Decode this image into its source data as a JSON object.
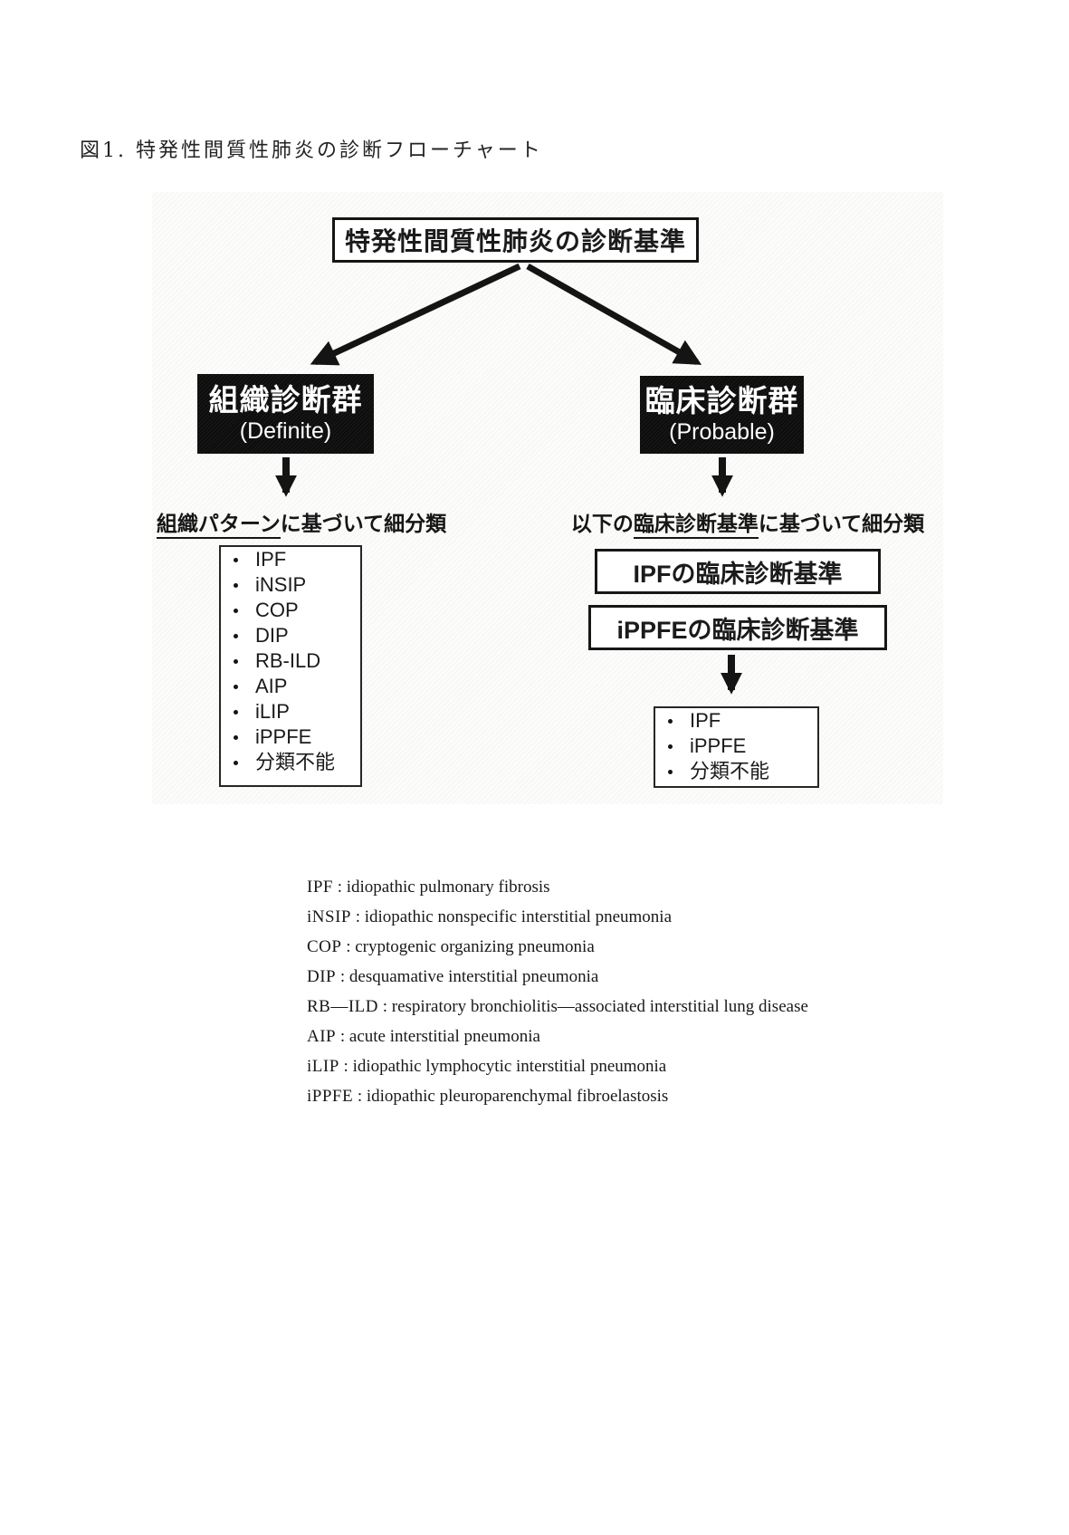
{
  "page": {
    "title": "図1. 特発性間質性肺炎の診断フローチャート"
  },
  "flowchart": {
    "root": {
      "label": "特発性間質性肺炎の診断基準"
    },
    "left": {
      "group_title": "組織診断群",
      "group_subtitle": "(Definite)",
      "note_underlined": "組織パターン",
      "note_rest": "に基づいて細分類",
      "items": [
        "IPF",
        "iNSIP",
        "COP",
        "DIP",
        "RB-ILD",
        "AIP",
        "iLIP",
        "iPPFE",
        "分類不能"
      ]
    },
    "right": {
      "group_title": "臨床診断群",
      "group_subtitle": "(Probable)",
      "note_prefix": "以下の",
      "note_underlined": "臨床診断基準",
      "note_rest": "に基づいて細分類",
      "criteria_boxes": [
        "IPFの臨床診断基準",
        "iPPFEの臨床診断基準"
      ],
      "items": [
        "IPF",
        "iPPFE",
        "分類不能"
      ]
    }
  },
  "legend": {
    "separator": " : ",
    "items": [
      {
        "abbr": "IPF",
        "full": "idiopathic pulmonary fibrosis"
      },
      {
        "abbr": "iNSIP",
        "full": "idiopathic nonspecific interstitial pneumonia"
      },
      {
        "abbr": "COP",
        "full": "cryptogenic organizing pneumonia"
      },
      {
        "abbr": "DIP",
        "full": "desquamative interstitial pneumonia"
      },
      {
        "abbr": "RB—ILD",
        "full": "respiratory bronchiolitis—associated interstitial lung disease"
      },
      {
        "abbr": "AIP",
        "full": "acute interstitial pneumonia"
      },
      {
        "abbr": "iLIP",
        "full": "idiopathic lymphocytic interstitial pneumonia"
      },
      {
        "abbr": "iPPFE",
        "full": "idiopathic pleuroparenchymal fibroelastosis"
      }
    ]
  },
  "colors": {
    "arrow": "#141414",
    "group_box_fill": "#0d0d0d",
    "group_box_text": "#ffffff",
    "box_border": "#171717",
    "chart_background": "#fcfcfa",
    "page_background": "#ffffff",
    "text": "#1c1c1c"
  }
}
